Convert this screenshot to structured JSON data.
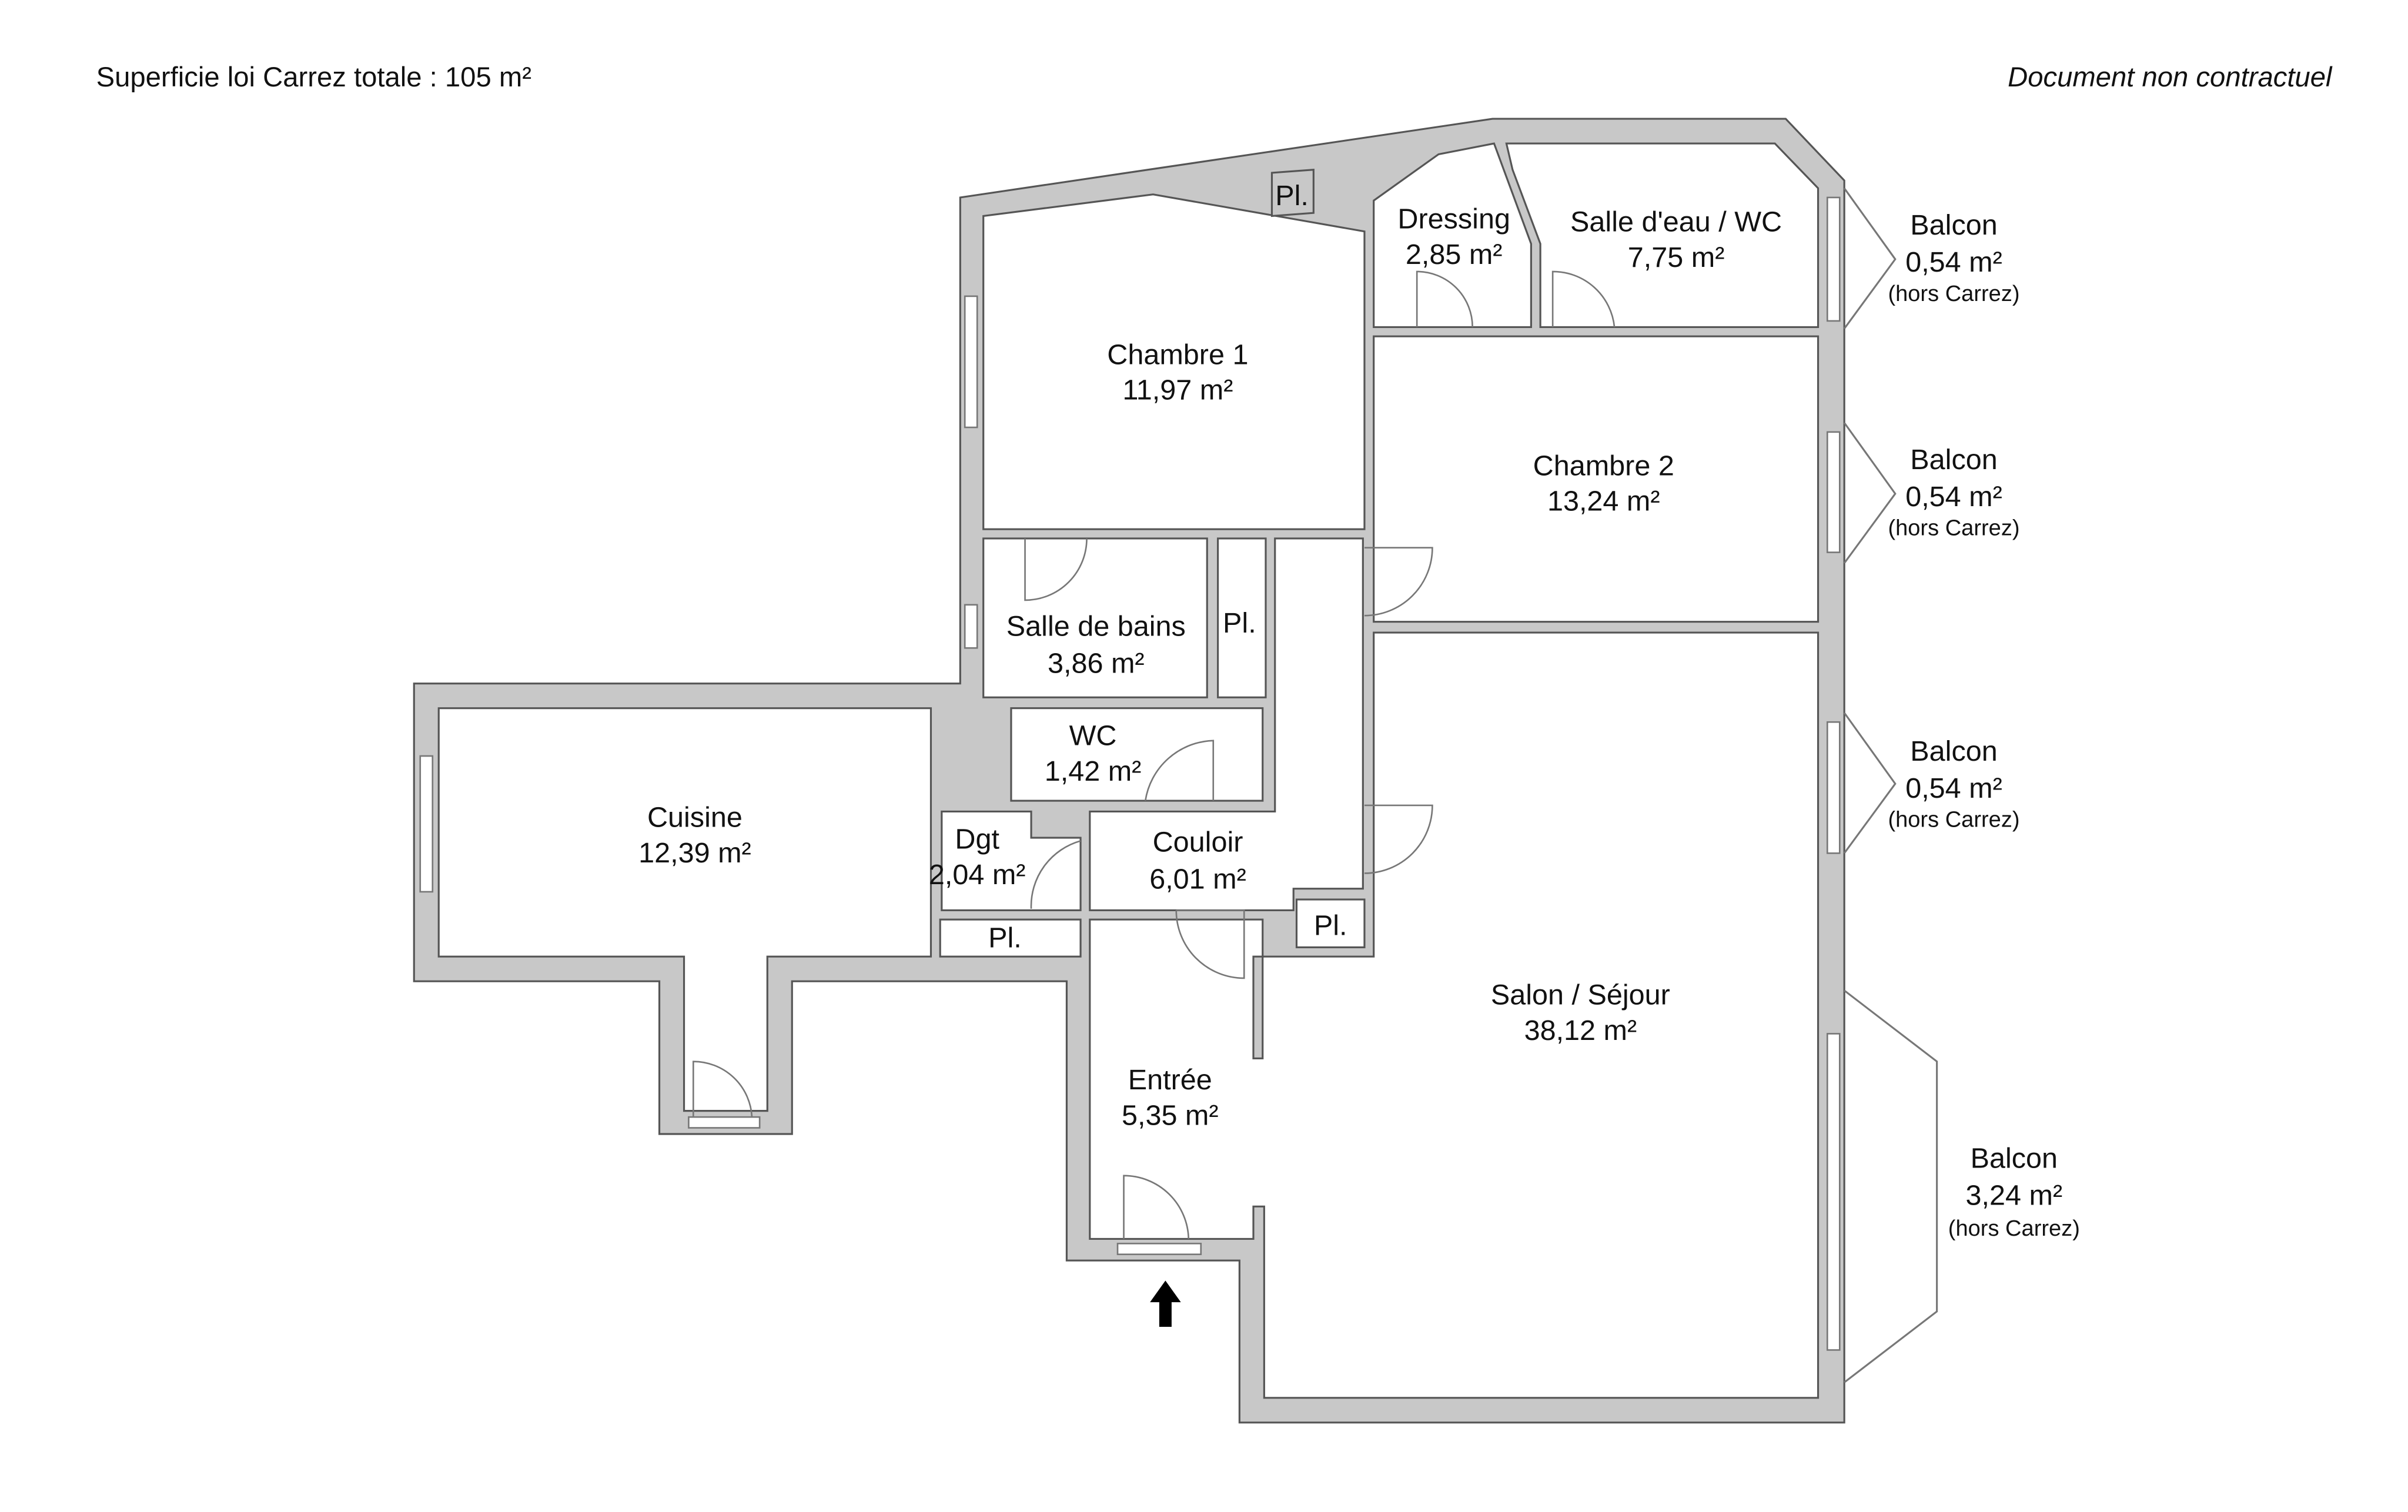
{
  "header": {
    "total_area": "Superficie loi Carrez totale :  105 m²",
    "disclaimer": "Document non contractuel"
  },
  "rooms": {
    "chambre1": {
      "name": "Chambre 1",
      "area": "11,97 m²"
    },
    "dressing": {
      "name": "Dressing",
      "area": "2,85 m²"
    },
    "salle_eau": {
      "name": "Salle d'eau / WC",
      "area": "7,75 m²"
    },
    "chambre2": {
      "name": "Chambre 2",
      "area": "13,24 m²"
    },
    "sdb": {
      "name": "Salle de bains",
      "area": "3,86 m²"
    },
    "wc": {
      "name": "WC",
      "area": "1,42 m²"
    },
    "cuisine": {
      "name": "Cuisine",
      "area": "12,39 m²"
    },
    "dgt": {
      "name": "Dgt",
      "area": "2,04 m²"
    },
    "couloir": {
      "name": "Couloir",
      "area": "6,01 m²"
    },
    "entree": {
      "name": "Entrée",
      "area": "5,35 m²"
    },
    "salon": {
      "name": "Salon / Séjour",
      "area": "38,12 m²"
    },
    "placard": "Pl."
  },
  "balconies": [
    {
      "name": "Balcon",
      "area": "0,54 m²",
      "note": "(hors Carrez)"
    },
    {
      "name": "Balcon",
      "area": "0,54 m²",
      "note": "(hors Carrez)"
    },
    {
      "name": "Balcon",
      "area": "0,54 m²",
      "note": "(hors Carrez)"
    },
    {
      "name": "Balcon",
      "area": "3,24 m²",
      "note": "(hors Carrez)"
    }
  ],
  "entrance_icon": "arrow-up-icon"
}
